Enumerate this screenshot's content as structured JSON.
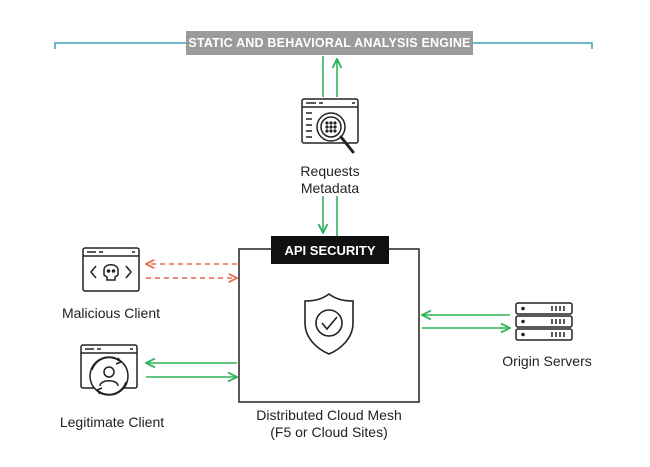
{
  "engine": {
    "title": "STATIC AND BEHAVIORAL ANALYSIS ENGINE"
  },
  "metadata": {
    "line1": "Requests",
    "line2": "Metadata",
    "icon": "magnifier-inspect-icon"
  },
  "api_security": {
    "title": "API SECURITY",
    "icon": "shield-check-icon"
  },
  "mesh": {
    "line1": "Distributed Cloud Mesh",
    "line2": "(F5 or Cloud Sites)"
  },
  "malicious_client": {
    "label": "Malicious Client",
    "icon": "skull-code-window-icon"
  },
  "legitimate_client": {
    "label": "Legitimate Client",
    "icon": "user-window-icon"
  },
  "origin_servers": {
    "label": "Origin Servers",
    "icon": "server-stack-icon"
  },
  "colors": {
    "green": "#2fb35a",
    "red": "#e8684a",
    "teal": "#3aa1b8",
    "gray": "#9b9b9b"
  }
}
